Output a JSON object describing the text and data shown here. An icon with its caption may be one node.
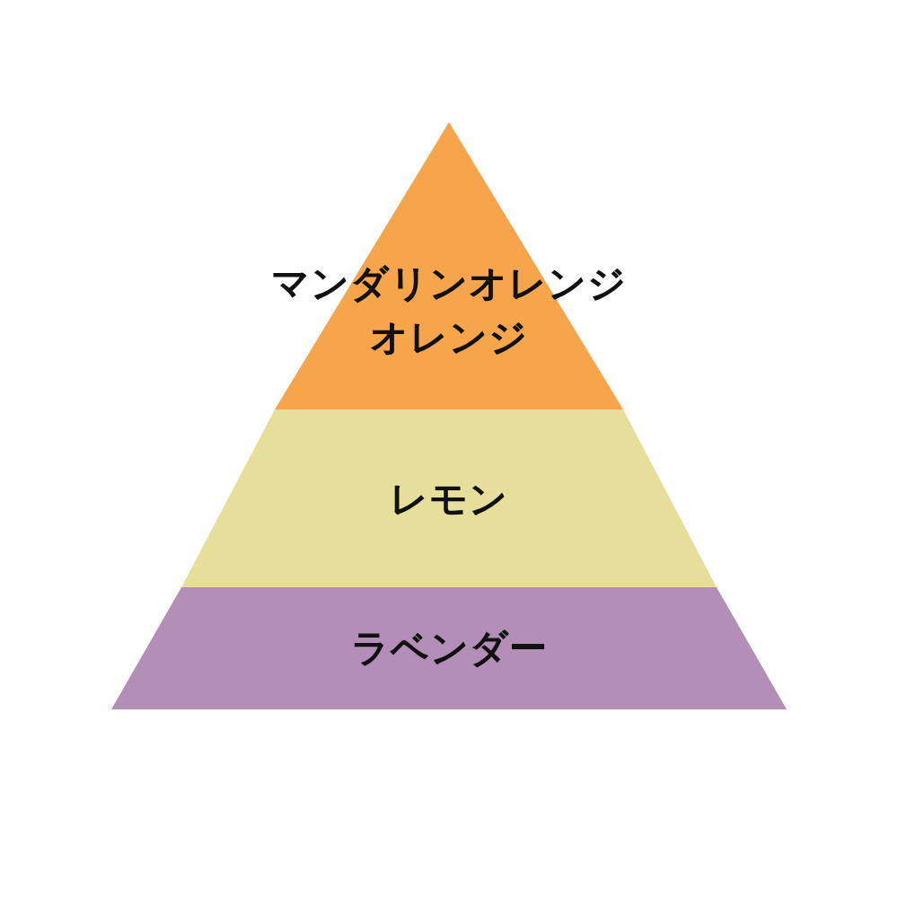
{
  "diagram": {
    "nodes": [
      {
        "text": [
          "マンダリンオレンジ",
          "オレンジ"
        ]
      },
      {
        "text": [
          "レモン"
        ]
      },
      {
        "text": [
          "ラベンダー"
        ]
      }
    ]
  }
}
